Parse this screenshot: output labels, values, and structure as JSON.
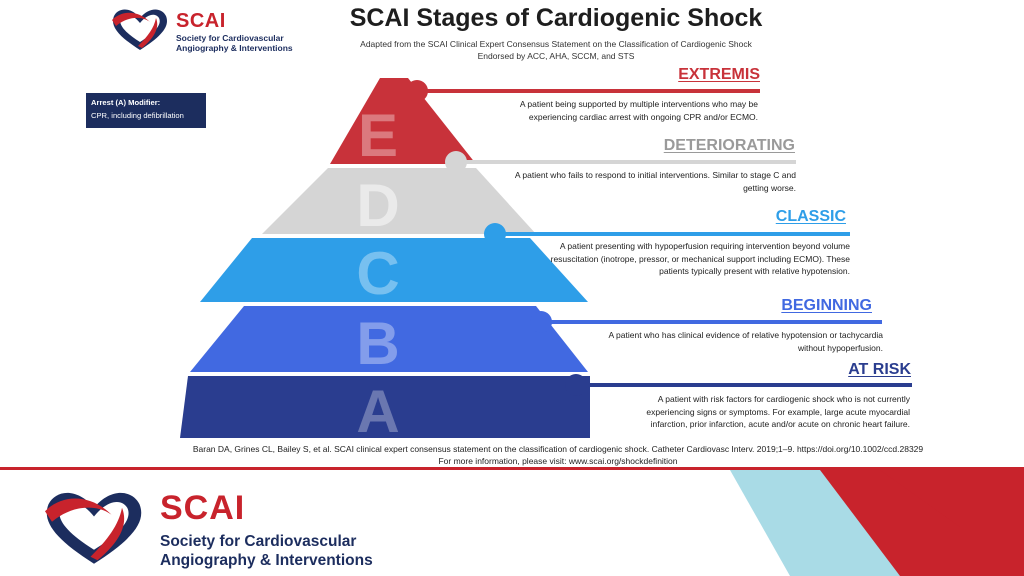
{
  "header": {
    "logo_brand": "SCAI",
    "logo_sub_line1": "Society for Cardiovascular",
    "logo_sub_line2": "Angiography & Interventions",
    "title": "SCAI Stages of Cardiogenic Shock",
    "subtitle_line1": "Adapted from the SCAI Clinical Expert Consensus Statement on the Classification of Cardiogenic Shock",
    "subtitle_line2": "Endorsed by ACC, AHA, SCCM, and STS"
  },
  "modifier": {
    "heading": "Arrest (A) Modifier:",
    "text": "CPR, including defibrillation"
  },
  "stages": [
    {
      "letter": "E",
      "name": "EXTREMIS",
      "color": "#c8323a",
      "desc": [
        "A patient being supported by multiple interventions who may be",
        "experiencing cardiac arrest with ongoing CPR and/or ECMO."
      ]
    },
    {
      "letter": "D",
      "name": "DETERIORATING",
      "color": "#d5d5d5",
      "desc": [
        "A patient who fails to respond to initial interventions. Similar to stage C and",
        "getting worse."
      ]
    },
    {
      "letter": "C",
      "name": "CLASSIC",
      "color": "#2e9ee8",
      "desc": [
        "A patient presenting with hypoperfusion requiring intervention beyond volume",
        "resuscitation (inotrope, pressor, or mechanical support including ECMO). These",
        "patients typically present with relative hypotension."
      ]
    },
    {
      "letter": "B",
      "name": "BEGINNING",
      "color": "#4169e1",
      "desc": [
        "A patient who has clinical evidence of relative hypotension or tachycardia",
        "without hypoperfusion."
      ]
    },
    {
      "letter": "A",
      "name": "AT RISK",
      "color": "#2a3d8f",
      "desc": [
        "A patient with risk factors for cardiogenic shock who is not currently",
        "experiencing signs or symptoms. For example, large acute myocardial",
        "infarction, prior infarction, acute and/or acute on chronic heart failure."
      ]
    }
  ],
  "citation": {
    "line1": "Baran DA, Grines CL, Bailey S, et al. SCAI clinical expert consensus statement on the classification of cardiogenic shock. Catheter Cardiovasc Interv. 2019;1–9. https://doi.org/10.1002/ccd.28329",
    "line2": "For more information, please visit: www.scai.org/shockdefinition"
  },
  "footer": {
    "logo_brand": "SCAI",
    "logo_sub_line1": "Society for Cardiovascular",
    "logo_sub_line2": "Angiography & Interventions"
  },
  "colors": {
    "brand_red": "#c8232c",
    "brand_navy": "#1c2d5e",
    "light_blue": "#a9dbe6"
  }
}
